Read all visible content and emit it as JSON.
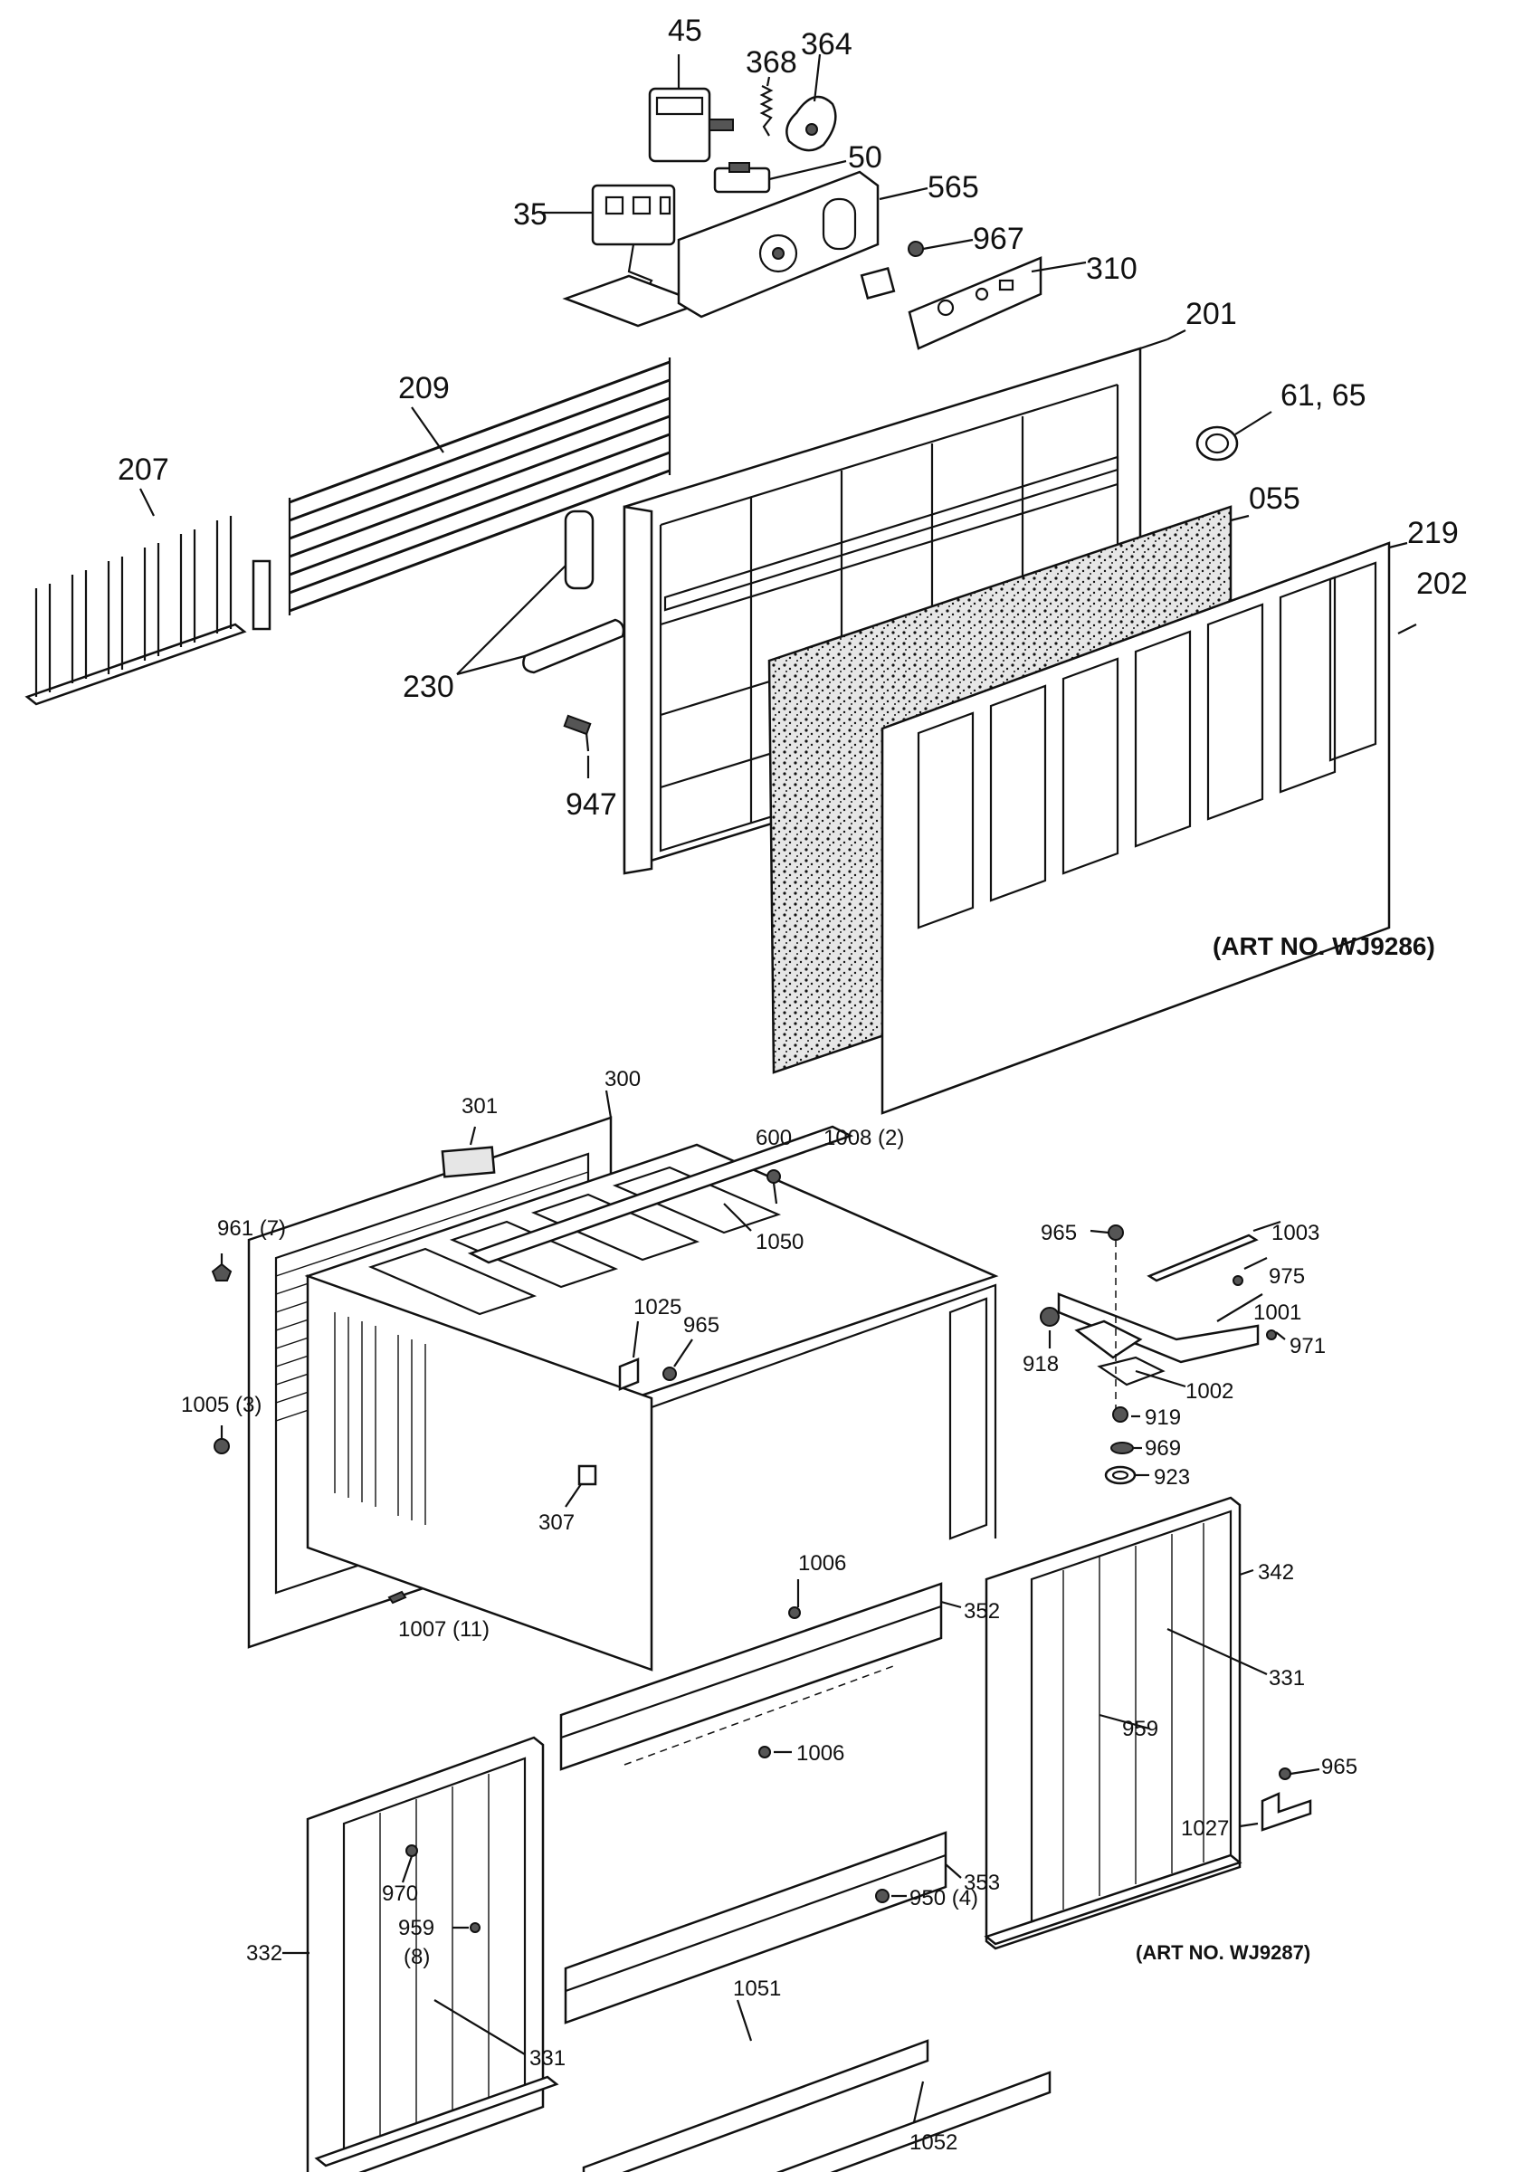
{
  "diagram_top": {
    "art_number": "(ART NO. WJ9286)",
    "callouts": [
      {
        "id": "45",
        "text": "45"
      },
      {
        "id": "368",
        "text": "368"
      },
      {
        "id": "364",
        "text": "364"
      },
      {
        "id": "50",
        "text": "50"
      },
      {
        "id": "35",
        "text": "35"
      },
      {
        "id": "565",
        "text": "565"
      },
      {
        "id": "967",
        "text": "967"
      },
      {
        "id": "310",
        "text": "310"
      },
      {
        "id": "201",
        "text": "201"
      },
      {
        "id": "61_65",
        "text": "61, 65"
      },
      {
        "id": "209",
        "text": "209"
      },
      {
        "id": "207",
        "text": "207"
      },
      {
        "id": "055",
        "text": "055"
      },
      {
        "id": "219",
        "text": "219"
      },
      {
        "id": "202",
        "text": "202"
      },
      {
        "id": "230",
        "text": "230"
      },
      {
        "id": "947",
        "text": "947"
      }
    ]
  },
  "diagram_bottom": {
    "art_number": "(ART NO. WJ9287)",
    "callouts": [
      {
        "id": "301",
        "text": "301"
      },
      {
        "id": "300",
        "text": "300"
      },
      {
        "id": "600",
        "text": "600"
      },
      {
        "id": "1008",
        "text": "1008 (2)"
      },
      {
        "id": "961",
        "text": "961 (7)"
      },
      {
        "id": "1050",
        "text": "1050"
      },
      {
        "id": "965a",
        "text": "965"
      },
      {
        "id": "1003",
        "text": "1003"
      },
      {
        "id": "975",
        "text": "975"
      },
      {
        "id": "1001",
        "text": "1001"
      },
      {
        "id": "971",
        "text": "971"
      },
      {
        "id": "918",
        "text": "918"
      },
      {
        "id": "1002",
        "text": "1002"
      },
      {
        "id": "1025",
        "text": "1025"
      },
      {
        "id": "965b",
        "text": "965"
      },
      {
        "id": "1005",
        "text": "1005 (3)"
      },
      {
        "id": "919",
        "text": "919"
      },
      {
        "id": "969",
        "text": "969"
      },
      {
        "id": "923",
        "text": "923"
      },
      {
        "id": "307",
        "text": "307"
      },
      {
        "id": "342",
        "text": "342"
      },
      {
        "id": "1006a",
        "text": "1006"
      },
      {
        "id": "352",
        "text": "352"
      },
      {
        "id": "331a",
        "text": "331"
      },
      {
        "id": "1007",
        "text": "1007 (11)"
      },
      {
        "id": "959a",
        "text": "959"
      },
      {
        "id": "1006b",
        "text": "1006"
      },
      {
        "id": "965c",
        "text": "965"
      },
      {
        "id": "1027",
        "text": "1027"
      },
      {
        "id": "970",
        "text": "970"
      },
      {
        "id": "353",
        "text": "353"
      },
      {
        "id": "950",
        "text": "950 (4)"
      },
      {
        "id": "959b",
        "text": "959"
      },
      {
        "id": "959b_qty",
        "text": "(8)"
      },
      {
        "id": "332",
        "text": "332"
      },
      {
        "id": "1051",
        "text": "1051"
      },
      {
        "id": "331b",
        "text": "331"
      },
      {
        "id": "1052",
        "text": "1052"
      }
    ]
  }
}
